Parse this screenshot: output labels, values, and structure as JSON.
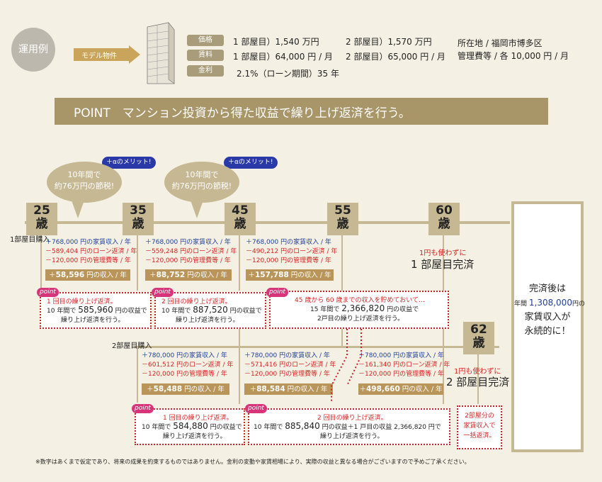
{
  "header": {
    "example_label": "運用例",
    "model_label": "モデル物件",
    "rows": [
      {
        "tag": "価格",
        "r1": "1 部屋目）1,540 万円",
        "r2": "2 部屋目）1,570 万円",
        "r3": "所在地 / 福岡市博多区"
      },
      {
        "tag": "賃料",
        "r1": "1 部屋目）64,000 円 / 月",
        "r2": "2 部屋目）65,000 円 / 月",
        "r3": "管理費等 / 各 10,000 円 / 月"
      },
      {
        "tag": "金利",
        "r1": "2.1%（ローン期間）35 年"
      }
    ]
  },
  "title": "POINT　マンション投資から得た収益で繰り上げ返済を行う。",
  "merit_badge": "＋αのメリット!",
  "tax_bubble_line1": "10年間で",
  "tax_bubble_line2": "約76万円の節税!",
  "ages": {
    "a25": "25",
    "a35": "35",
    "a45": "45",
    "a55": "55",
    "a60": "60",
    "a62": "62",
    "suffix": "歳"
  },
  "purchase1": "1部屋目購入",
  "purchase2": "2部屋目購入",
  "top_blocks": [
    {
      "l1": "＋768,000 円の家賃収入 / 年",
      "l2": "－589,404 円のローン返済 / 年",
      "l3": "－120,000 円の管理費等 / 年",
      "sum_pre": "＋",
      "sum_num": "58,596",
      "sum_post": " 円の収入 / 年"
    },
    {
      "l1": "＋768,000 円の家賃収入 / 年",
      "l2": "－559,248 円のローン返済 / 年",
      "l3": "－120,000 円の管理費等 / 年",
      "sum_pre": "＋",
      "sum_num": "88,752",
      "sum_post": " 円の収入 / 年"
    },
    {
      "l1": "＋768,000 円の家賃収入 / 年",
      "l2": "－490,212 円のローン返済 / 年",
      "l3": "－120,000 円の管理費等 / 年",
      "sum_pre": "＋",
      "sum_num": "157,788",
      "sum_post": " 円の収入 / 年"
    }
  ],
  "bottom_blocks": [
    {
      "l1": "＋780,000 円の家賃収入 / 年",
      "l2": "－601,512 円のローン返済 / 年",
      "l3": "－120,000 円の管理費等 / 年",
      "sum_pre": "＋",
      "sum_num": "58,488",
      "sum_post": " 円の収入 / 年"
    },
    {
      "l1": "＋780,000 円の家賃収入 / 年",
      "l2": "－571,416 円のローン返済 / 年",
      "l3": "－120,000 円の管理費等 / 年",
      "sum_pre": "＋",
      "sum_num": "88,584",
      "sum_post": " 円の収入 / 年"
    },
    {
      "l1": "＋780,000 円の家賃収入 / 年",
      "l2": "－161,340 円のローン返済 / 年",
      "l3": "－120,000 円の管理費等 / 年",
      "sum_pre": "＋",
      "sum_num": "498,660",
      "sum_post": " 円の収入 / 年"
    }
  ],
  "point_label": "point",
  "top_points": [
    {
      "title": "1 回目の繰り上げ返済。",
      "pre": "10 年間で ",
      "num": "585,960",
      "post": " 円の収益で",
      "l3": "繰り上げ返済を行う。"
    },
    {
      "title": "2 回目の繰り上げ返済。",
      "pre": "10 年間で ",
      "num": "887,520",
      "post": " 円の収益で",
      "l3": "繰り上げ返済を行う。"
    },
    {
      "title": "45 歳から 60 歳までの収入を貯めておいて…",
      "pre": "15 年間で ",
      "num": "2,366,820",
      "post": " 円の収益で",
      "l3": "2戸目の繰り上げ返済を行う。"
    }
  ],
  "bottom_points": [
    {
      "title": "1 回目の繰り上げ返済。",
      "pre": "10 年間で ",
      "num": "584,880",
      "post": " 円の収益で",
      "l3": "繰り上げ返済を行う。"
    },
    {
      "title": "2 回目の繰り上げ返済。",
      "pre": "10 年間で ",
      "num": "885,840",
      "post": " 円の収益＋1 戸目の収益 2,366,820 円で",
      "l3": "繰り上げ返済を行う。"
    }
  ],
  "no_cash1": "1円も使わずに",
  "complete1": "1 部屋目完済",
  "no_cash2": "1円も使わずに",
  "complete2": "2 部屋目完済",
  "final_point": {
    "l1": "2部屋分の",
    "l2": "家賃収入で",
    "l3": "一括返済。"
  },
  "after": {
    "l1": "完済後は",
    "l2_pre": "年間 ",
    "l2_num": "1,308,000",
    "l2_post": "円の",
    "l3": "家賃収入が",
    "l4": "永続的に！"
  },
  "footnote": "※数字はあくまで仮定であり、将来の成果を約束するものではありません。金利の変動や家賃相場により、実際の収益と異なる場合がございますので予めご了承ください。",
  "colors": {
    "beige": "#c6b893",
    "gold": "#b9955a",
    "red": "#d82424",
    "blue": "#1f3f9a",
    "title_bg": "#a89568"
  }
}
